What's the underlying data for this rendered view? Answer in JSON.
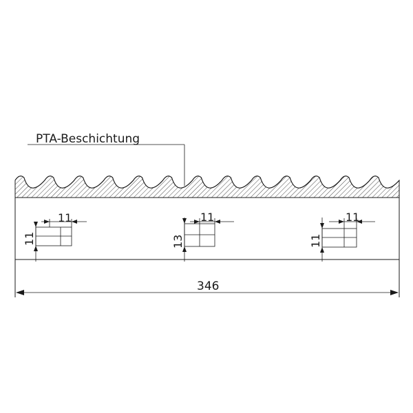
{
  "callout": {
    "label": "PTA-Beschichtung"
  },
  "overall": {
    "length": "346"
  },
  "holes": [
    {
      "name": "left",
      "width": "11",
      "height": "11"
    },
    {
      "name": "center",
      "width": "11",
      "height": "13"
    },
    {
      "name": "right",
      "width": "11",
      "height": "11"
    }
  ],
  "colors": {
    "line": "#1a1a1a",
    "background": "#ffffff"
  }
}
